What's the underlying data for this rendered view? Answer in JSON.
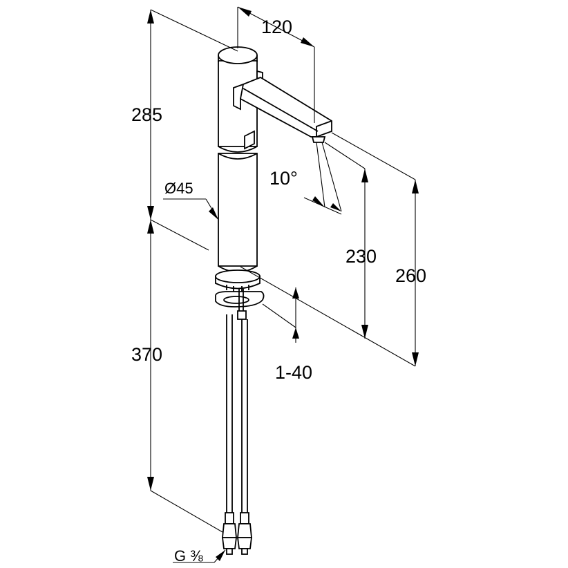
{
  "drawing": {
    "dimensions": {
      "spout_reach": "120",
      "top_height": "285",
      "diameter": "Ø45",
      "spray_angle": "10°",
      "outlet_height": "230",
      "total_height_above_deck": "260",
      "hose_length": "370",
      "deck_thickness": "1-40",
      "connection_thread": "G ⅜"
    }
  }
}
